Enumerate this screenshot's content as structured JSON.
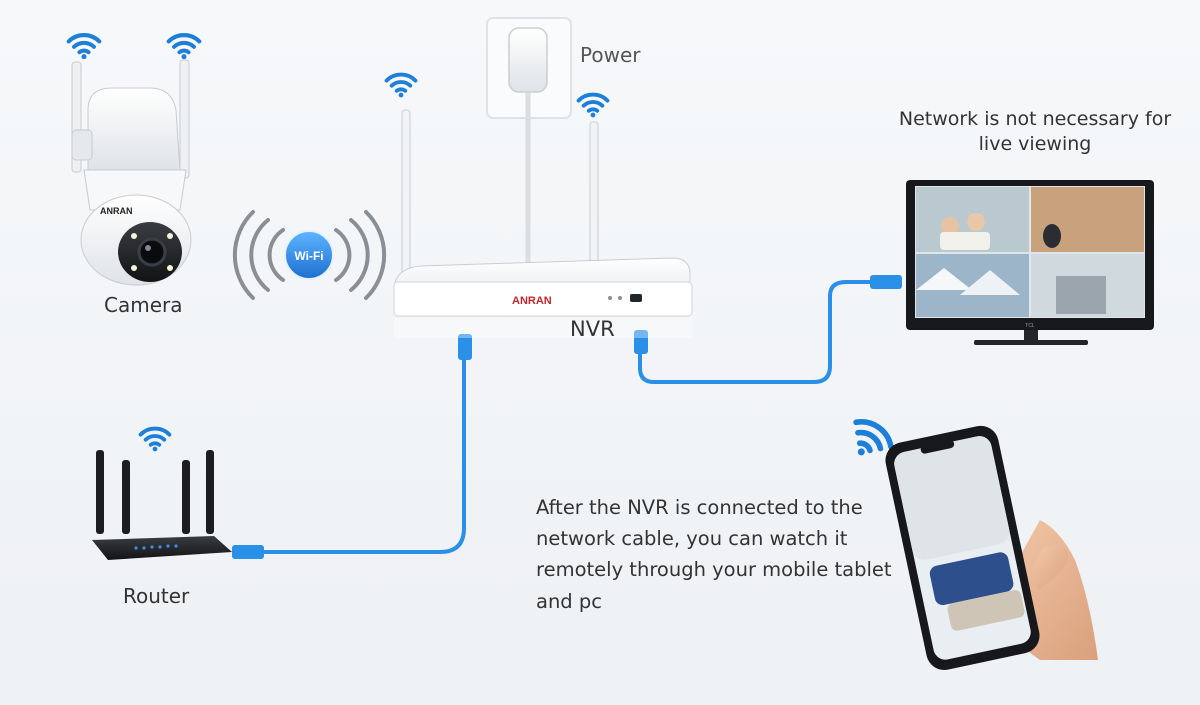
{
  "labels": {
    "power": "Power",
    "camera": "Camera",
    "nvr": "NVR",
    "router": "Router",
    "network_note": "Network is not necessary for live viewing",
    "remote_note": "After the NVR is connected to the network cable, you can watch it remotely through your mobile tablet and pc",
    "wifi_badge": "Wi-Fi",
    "brand": "ANRAN",
    "tv_brand": "TCL"
  },
  "colors": {
    "accent_blue": "#1e7fd8",
    "cable_blue": "#2a8fe6",
    "text": "#333333",
    "device_white": "#ffffff"
  },
  "icons": [
    "wifi-signal-icon",
    "wifi-badge-icon",
    "power-adapter-icon",
    "security-camera-icon",
    "nvr-recorder-icon",
    "router-icon",
    "monitor-icon",
    "smartphone-icon",
    "hand-icon",
    "ethernet-plug-icon"
  ]
}
